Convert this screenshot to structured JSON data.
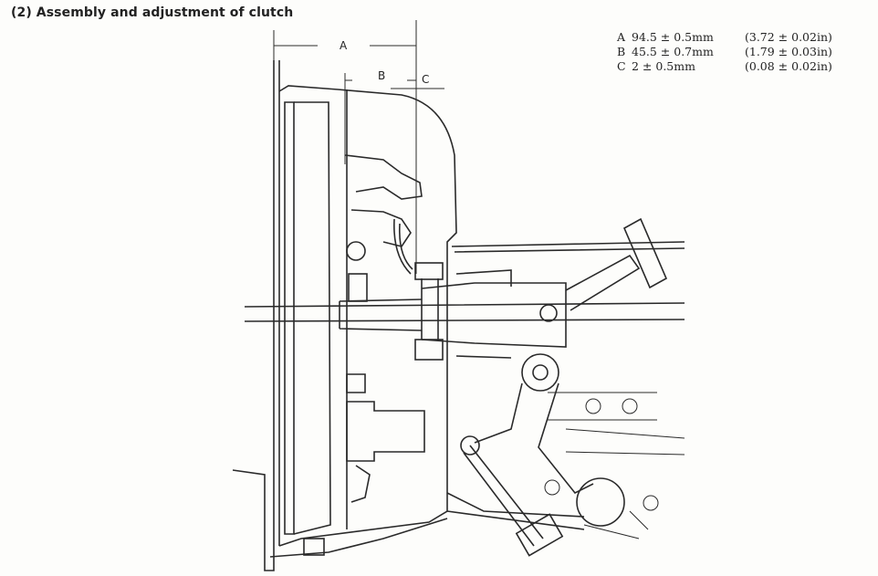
{
  "title": "(2)  Assembly and adjustment of clutch",
  "dimension_labels": {
    "a": "A",
    "b": "B",
    "c": "C"
  },
  "specs": [
    {
      "key": "A",
      "metric": "94.5 ± 0.5mm",
      "imperial": "(3.72 ± 0.02in)"
    },
    {
      "key": "B",
      "metric": "45.5 ± 0.7mm",
      "imperial": "(1.79 ± 0.03in)"
    },
    {
      "key": "C",
      "metric": "2 ± 0.5mm",
      "imperial": "(0.08 ± 0.02in)"
    }
  ]
}
